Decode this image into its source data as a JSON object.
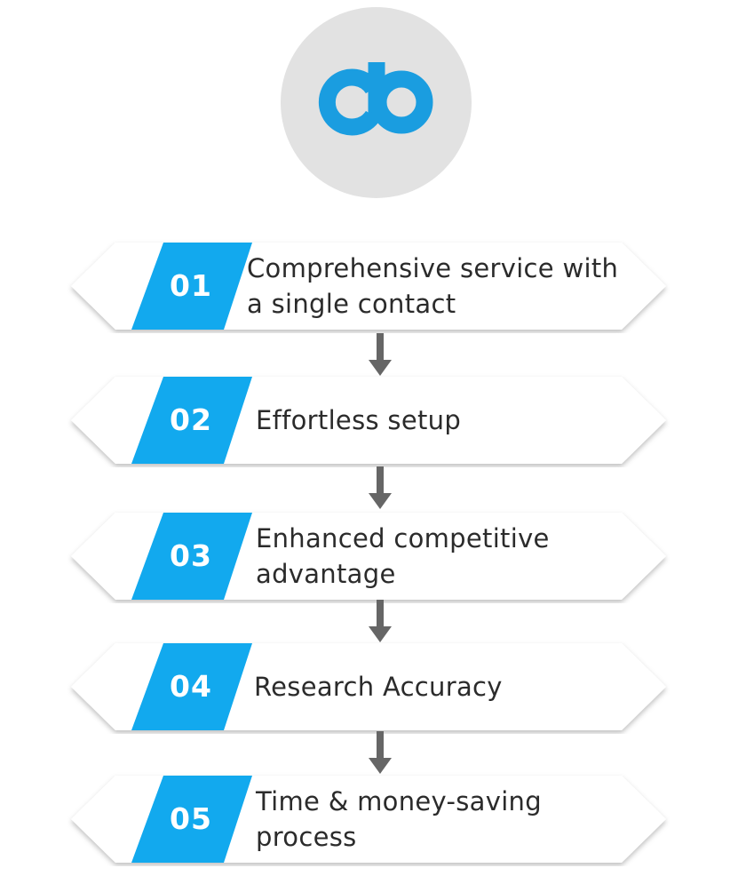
{
  "logo": {
    "icon": "cb-logo-icon",
    "circle_color": "#e2e2e2",
    "mark_color": "#1a9de0"
  },
  "accent_color": "#12a9ee",
  "connector_color": "#666666",
  "steps": [
    {
      "number": "01",
      "text": "Comprehensive service with\na single contact"
    },
    {
      "number": "02",
      "text": "Effortless setup"
    },
    {
      "number": "03",
      "text": "Enhanced competitive\nadvantage"
    },
    {
      "number": "04",
      "text": "Research Accuracy"
    },
    {
      "number": "05",
      "text": "Time & money-saving\nprocess"
    }
  ]
}
